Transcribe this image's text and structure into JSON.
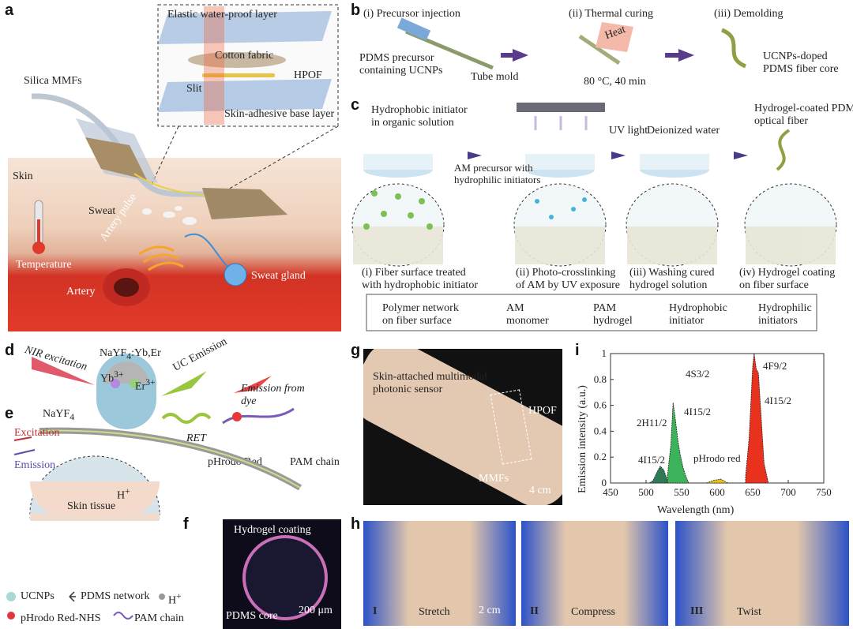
{
  "panel_labels": {
    "a": "a",
    "b": "b",
    "c": "c",
    "d": "d",
    "e": "e",
    "f": "f",
    "g": "g",
    "h": "h",
    "i": "i"
  },
  "panel_a": {
    "inset_layers": [
      "Elastic water-proof layer",
      "Cotton fabric",
      "HPOF",
      "Slit",
      "Skin-adhesive base layer"
    ],
    "labels": [
      "Silica MMFs",
      "Skin",
      "Sweat",
      "Temperature",
      "Artery pulse",
      "Sweat gland",
      "Artery"
    ]
  },
  "panel_b": {
    "steps": [
      "(i) Precursor injection",
      "(ii) Thermal curing",
      "(iii) Demolding"
    ],
    "precursor": "PDMS precursor\ncontaining UCNPs",
    "tube": "Tube mold",
    "heat": "Heat",
    "condition": "80 °C, 40 min",
    "result": "UCNPs-doped\nPDMS fiber core"
  },
  "panel_c": {
    "top_labels": [
      "Hydrophobic initiator\nin organic solution",
      "UV light",
      "AM precursor with\nhydrophilic initiators",
      "Deionized water",
      "Hydrogel-coated PDMS\noptical fiber"
    ],
    "captions": [
      "(i) Fiber surface treated\nwith hydrophobic initiator",
      "(ii) Photo-crosslinking\nof AM by UV exposure",
      "(iii) Washing cured\nhydrogel solution",
      "(iv) Hydrogel coating\non fiber surface"
    ],
    "legend": [
      "Polymer network\non fiber surface",
      "AM\nmonomer",
      "PAM\nhydrogel",
      "Hydrophobic\ninitiator",
      "Hydrophilic\ninitiators"
    ]
  },
  "panel_d": {
    "nir": "NIR excitation",
    "crystal": "NaYF",
    "crystal_sub": "4",
    "crystal_suffix": ":Yb,Er",
    "shell": "NaYF",
    "shell_sub": "4",
    "yb": "Yb",
    "yb_sup": "3+",
    "er": "Er",
    "er_sup": "3+",
    "uc": "UC Emission",
    "dye": "Emission from\ndye",
    "ret": "RET",
    "phrodo": "pHrodo Red",
    "pam": "PAM chain"
  },
  "panel_e": {
    "excitation": "Excitation",
    "emission": "Emission",
    "skin": "Skin tissue",
    "hplus": "H",
    "hplus_sup": "+",
    "legend": [
      "UCNPs",
      "PDMS network",
      "H",
      "pHrodo Red-NHS",
      "PAM chain"
    ],
    "legend_sup": "+"
  },
  "panel_f": {
    "top": "Hydrogel coating",
    "core": "PDMS core",
    "scale": "200 μm"
  },
  "panel_g": {
    "sensor": "Skin-attached multimodal\nphotonic sensor",
    "hpof": "HPOF",
    "mmfs": "MMFs",
    "scale": "4 cm"
  },
  "panel_h": {
    "labels": [
      "I",
      "II",
      "III"
    ],
    "modes": [
      "Stretch",
      "Compress",
      "Twist"
    ],
    "scale": "2 cm"
  },
  "panel_i": {
    "xlabel": "Wavelength (nm)",
    "ylabel": "Emission intensity (a.u.)",
    "annotations": [
      "2H11/2",
      "4I15/2",
      "4S3/2",
      "4I15/2",
      "pHrodo red",
      "4F9/2",
      "4I15/2"
    ]
  },
  "chart_data": {
    "type": "line",
    "xlabel": "Wavelength (nm)",
    "ylabel": "Emission intensity (a.u.)",
    "xlim": [
      450,
      750
    ],
    "ylim": [
      0,
      1
    ],
    "xticks": [
      450,
      500,
      550,
      600,
      650,
      700,
      750
    ],
    "yticks": [
      0,
      0.2,
      0.4,
      0.6,
      0.8,
      1
    ],
    "series": [
      {
        "color": "#2f7a56",
        "x": [
          505,
          510,
          515,
          520,
          525,
          530
        ],
        "values": [
          0,
          0.02,
          0.08,
          0.13,
          0.1,
          0.02
        ]
      },
      {
        "color": "#3cb35a",
        "x": [
          530,
          535,
          538,
          541,
          545,
          548,
          552,
          556,
          560
        ],
        "values": [
          0.05,
          0.3,
          0.62,
          0.5,
          0.32,
          0.22,
          0.12,
          0.05,
          0
        ]
      },
      {
        "color": "#e8c21a",
        "x": [
          585,
          595,
          605,
          615
        ],
        "values": [
          0,
          0.02,
          0.03,
          0
        ]
      },
      {
        "color": "#e8321e",
        "x": [
          640,
          645,
          650,
          652,
          655,
          658,
          662,
          666,
          672
        ],
        "values": [
          0.05,
          0.35,
          0.9,
          1,
          0.88,
          0.85,
          0.5,
          0.15,
          0
        ]
      }
    ],
    "grid": false
  }
}
